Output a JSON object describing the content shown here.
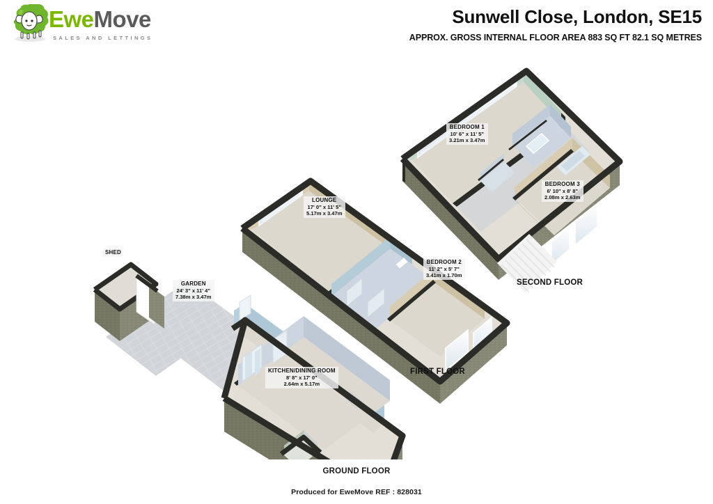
{
  "header": {
    "logo": {
      "icon": "sheep-logo-icon",
      "word_primary": "Ewe",
      "word_secondary": "Move",
      "tagline": "SALES AND LETTINGS",
      "brand_green": "#7ab800",
      "brand_grey": "#5b5b5b"
    },
    "title": "Sunwell Close, London, SE15",
    "subtitle": "APPROX. GROSS INTERNAL FLOOR AREA 883 SQ FT 82.1 SQ METRES"
  },
  "floors": [
    {
      "id": "second-floor",
      "caption": "SECOND FLOOR",
      "rooms": [
        {
          "name": "BEDROOM 1",
          "imperial": "10' 6\" x 11' 5\"",
          "metric": "3.21m x 3.47m"
        },
        {
          "name": "BEDROOM 3",
          "imperial": "6' 10\" x 8' 8\"",
          "metric": "2.08m x 2.63m"
        }
      ]
    },
    {
      "id": "first-floor",
      "caption": "FIRST FLOOR",
      "rooms": [
        {
          "name": "LOUNGE",
          "imperial": "17' 0\" x 11' 5\"",
          "metric": "5.17m x 3.47m"
        },
        {
          "name": "BEDROOM 2",
          "imperial": "11' 2\" x 5' 7\"",
          "metric": "3.41m x 1.70m"
        }
      ]
    },
    {
      "id": "ground-floor",
      "caption": "GROUND FLOOR",
      "rooms": [
        {
          "name": "KITCHEN/DINING ROOM",
          "imperial": "8' 8\" x 17' 0\"",
          "metric": "2.64m x 5.17m"
        },
        {
          "name": "GARDEN",
          "imperial": "24' 3\" x 11' 4\"",
          "metric": "7.38m x 3.47m"
        },
        {
          "name": "SHED",
          "imperial": "",
          "metric": ""
        }
      ]
    }
  ],
  "footer": {
    "produced_for": "Produced for EweMove   REF : 828031"
  },
  "palette": {
    "wall_exterior": "#8a8c79",
    "wall_exterior_dark": "#74765f",
    "wall_edge": "#2b2b28",
    "floor_light": "#e3dfd6",
    "floor_grey": "#cfd3d6",
    "wall_cream": "#d8cdb2",
    "wall_mint": "#c5d9cc",
    "wall_blue": "#a9c6d6",
    "wall_pale": "#cdd6e0",
    "paving": "#d6d9dc",
    "stairs": "#f2f2f2"
  }
}
